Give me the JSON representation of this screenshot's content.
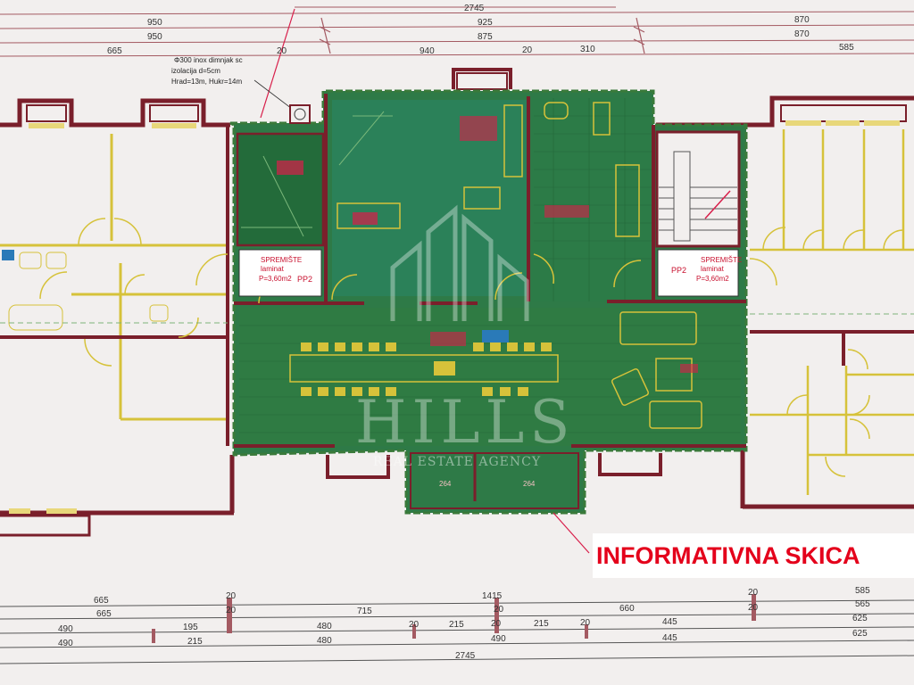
{
  "dimensions": {
    "top": {
      "row0": [
        "2745"
      ],
      "row1": [
        "950",
        "925",
        "870"
      ],
      "row2": [
        "950",
        "875",
        "870"
      ],
      "row3": [
        "665",
        "20",
        "940",
        "20",
        "310",
        "585"
      ]
    },
    "bottom": {
      "row1": [
        "665",
        "20",
        "1415",
        "20",
        "585"
      ],
      "row2": [
        "665",
        "20",
        "715",
        "20",
        "660",
        "20",
        "565"
      ],
      "row3": [
        "490",
        "195",
        "480",
        "20",
        "215",
        "20",
        "215",
        "20",
        "445",
        "625"
      ],
      "row4": [
        "490",
        "215",
        "480",
        "490",
        "445",
        "625"
      ],
      "row5": [
        "2745"
      ]
    }
  },
  "annotation": {
    "line1": "Φ300 inox dimnjak sc",
    "line2": "izolacija d=5cm",
    "line3": "Hrad=13m, Hukr=14m"
  },
  "storage_left": {
    "title": "SPREMIŠTE",
    "sub": "laminat",
    "area": "P=3,60m2",
    "code": "PP2"
  },
  "storage_right": {
    "title": "SPREMIŠTE",
    "sub": "laminat",
    "area": "P=3,60m2",
    "code": "PP2"
  },
  "balcony_labels": [
    "264",
    "264"
  ],
  "watermark": {
    "brand": "HILLS",
    "tagline": "REAL ESTATE AGENCY"
  },
  "info_label": "INFORMATIVNA SKICA"
}
